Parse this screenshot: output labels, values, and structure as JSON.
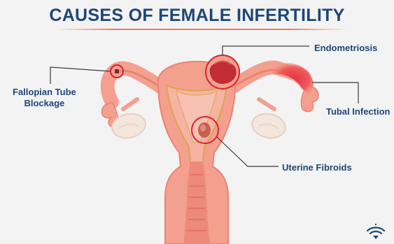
{
  "title": "CAUSES OF FEMALE INFERTILITY",
  "labels": {
    "fallopian_line1": "Fallopian Tube",
    "fallopian_line2": "Blockage",
    "endometriosis": "Endometriosis",
    "tubal_infection": "Tubal Infection",
    "uterine_fibroids": "Uterine Fibroids"
  },
  "colors": {
    "title": "#1f4677",
    "accent_rule": "#f07c5c",
    "tissue": "#f4a08f",
    "tissue_dark": "#e98373",
    "inflammation": "#e8313f",
    "callout_ring": "#d8232f",
    "leader_line": "#3a3a3a",
    "ovary": "#f3e6dc",
    "logo": "#1f4677"
  },
  "icons": {
    "logo": "brand-mark-icon"
  }
}
